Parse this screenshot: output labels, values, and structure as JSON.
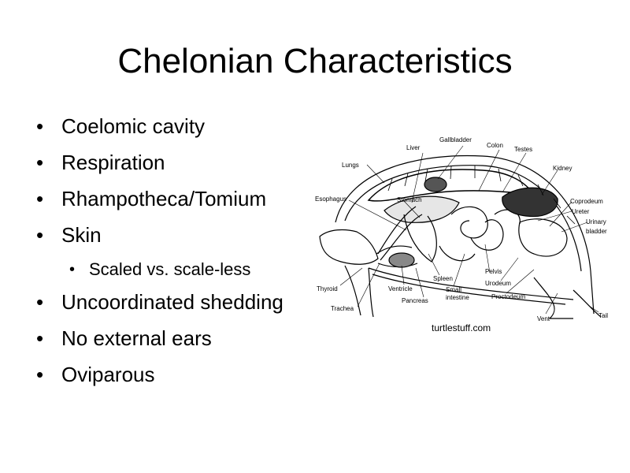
{
  "slide": {
    "title": "Chelonian Characteristics",
    "bullets": [
      {
        "level": 1,
        "text": "Coelomic cavity"
      },
      {
        "level": 1,
        "text": "Respiration"
      },
      {
        "level": 1,
        "text": "Rhampotheca/Tomium"
      },
      {
        "level": 1,
        "text": "Skin"
      },
      {
        "level": 2,
        "text": "Scaled vs. scale-less"
      },
      {
        "level": 1,
        "text": "Uncoordinated shedding"
      },
      {
        "level": 1,
        "text": "No external ears"
      },
      {
        "level": 1,
        "text": "Oviparous"
      }
    ]
  },
  "diagram": {
    "labels": {
      "liver": "Liver",
      "gallbladder": "Gallbladder",
      "colon": "Colon",
      "testes": "Testes",
      "lungs": "Lungs",
      "kidney": "Kidney",
      "esophagus": "Esophagus",
      "stomach": "Stomach",
      "coprodeum": "Coprodeum",
      "ureter": "Ureter",
      "urinary": "Urinary",
      "bladder": "bladder",
      "thyroid": "Thyroid",
      "ventricle": "Ventricle",
      "spleen": "Spleen",
      "small": "Small",
      "intestine": "intestine",
      "pelvis": "Pelvis",
      "urodeum": "Urodeum",
      "proctodeum": "Proctodeum",
      "trachea": "Trachea",
      "pancreas": "Pancreas",
      "vent": "Vent",
      "tail": "Tail"
    },
    "credit": "turtlestuff.com"
  }
}
